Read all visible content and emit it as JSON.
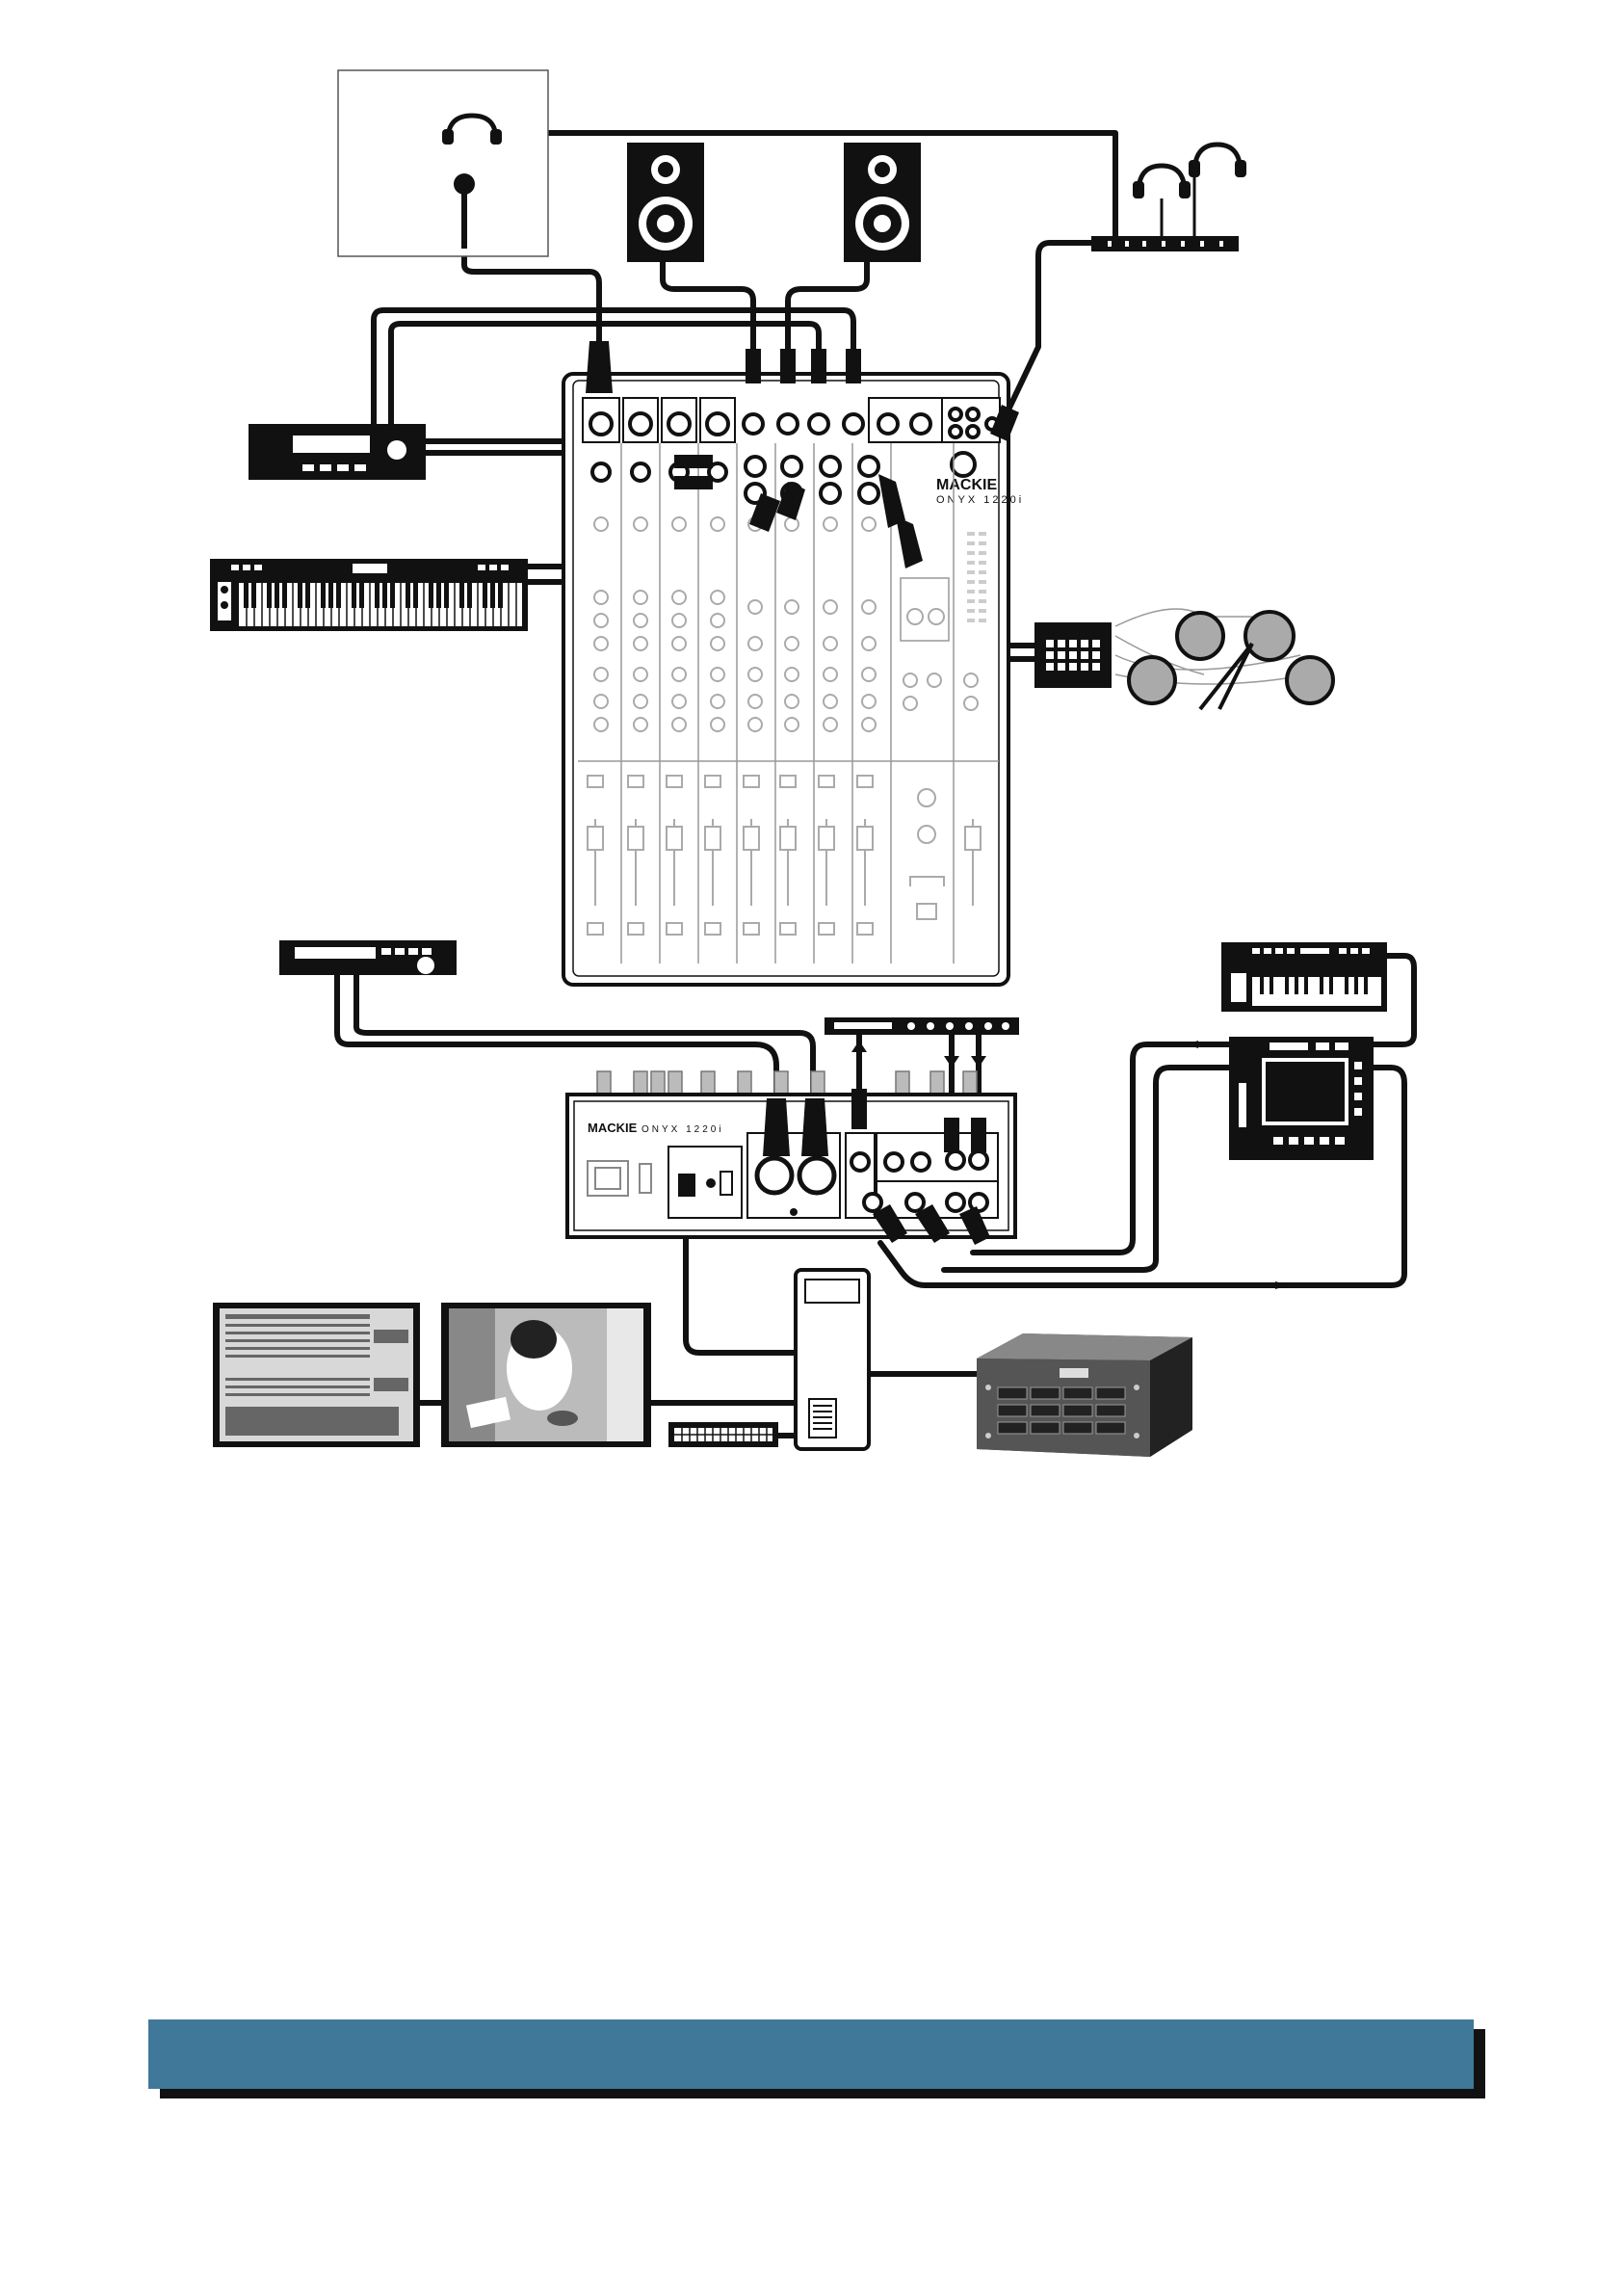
{
  "banner": {
    "title": "",
    "color": "#3f7898",
    "shadow_color": "#111111"
  },
  "mixer": {
    "brand": "MACKIE",
    "model": "ONYX 1220i"
  },
  "colors": {
    "line": "#111111",
    "panel": "#f4f4f4",
    "knob": "#aaaaaa"
  },
  "devices": [
    "vocal-booth",
    "booth-headphones",
    "microphone",
    "studio-monitor-left",
    "studio-monitor-right",
    "headphone-amplifier",
    "headphones",
    "effects-processor",
    "keyboard-synth",
    "mixer-top-panel",
    "drum-machine",
    "drum-pads",
    "rack-processor",
    "small-keyboard-controller",
    "mpc-sampler",
    "patchbay",
    "mixer-rear-panel",
    "daw-screen",
    "video-screen",
    "computer-tower",
    "computer-keyboard",
    "storage-array"
  ]
}
